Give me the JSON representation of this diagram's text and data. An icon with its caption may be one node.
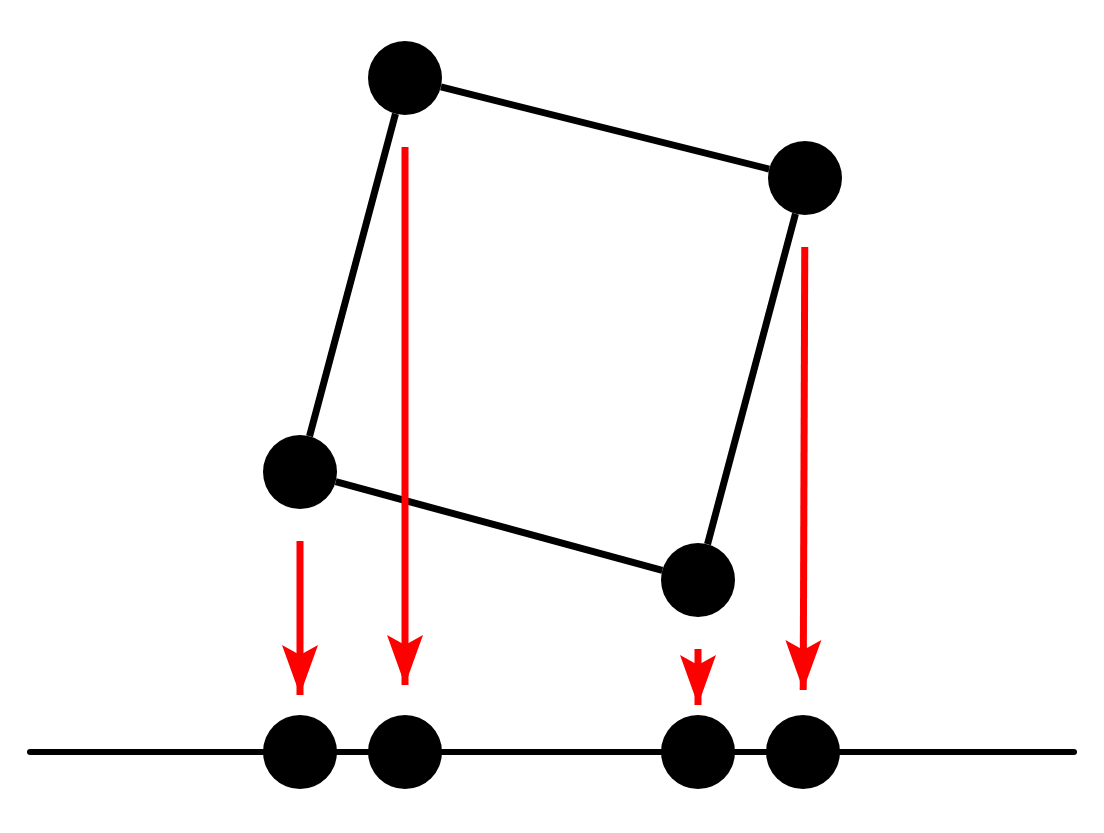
{
  "diagram": {
    "nodes": [
      {
        "text": [],
        "shape": "circle"
      },
      {
        "text": [],
        "shape": "circle"
      },
      {
        "text": [],
        "shape": "circle"
      },
      {
        "text": [],
        "shape": "circle"
      },
      {
        "text": [],
        "shape": "circle"
      },
      {
        "text": [],
        "shape": "circle"
      },
      {
        "text": [],
        "shape": "circle"
      },
      {
        "text": [],
        "shape": "circle"
      }
    ],
    "edges": [
      {
        "from": 0,
        "to": 1,
        "arrow": "none"
      },
      {
        "from": 1,
        "to": 3,
        "arrow": "none"
      },
      {
        "from": 3,
        "to": 2,
        "arrow": "none"
      },
      {
        "from": 2,
        "to": 0,
        "arrow": "none"
      },
      {
        "from": 2,
        "to": 4,
        "arrow": "to",
        "color": "#ff0000"
      },
      {
        "from": 0,
        "to": 5,
        "arrow": "to",
        "color": "#ff0000"
      },
      {
        "from": 3,
        "to": 6,
        "arrow": "to",
        "color": "#ff0000"
      },
      {
        "from": 1,
        "to": 7,
        "arrow": "to",
        "color": "#ff0000"
      }
    ]
  }
}
